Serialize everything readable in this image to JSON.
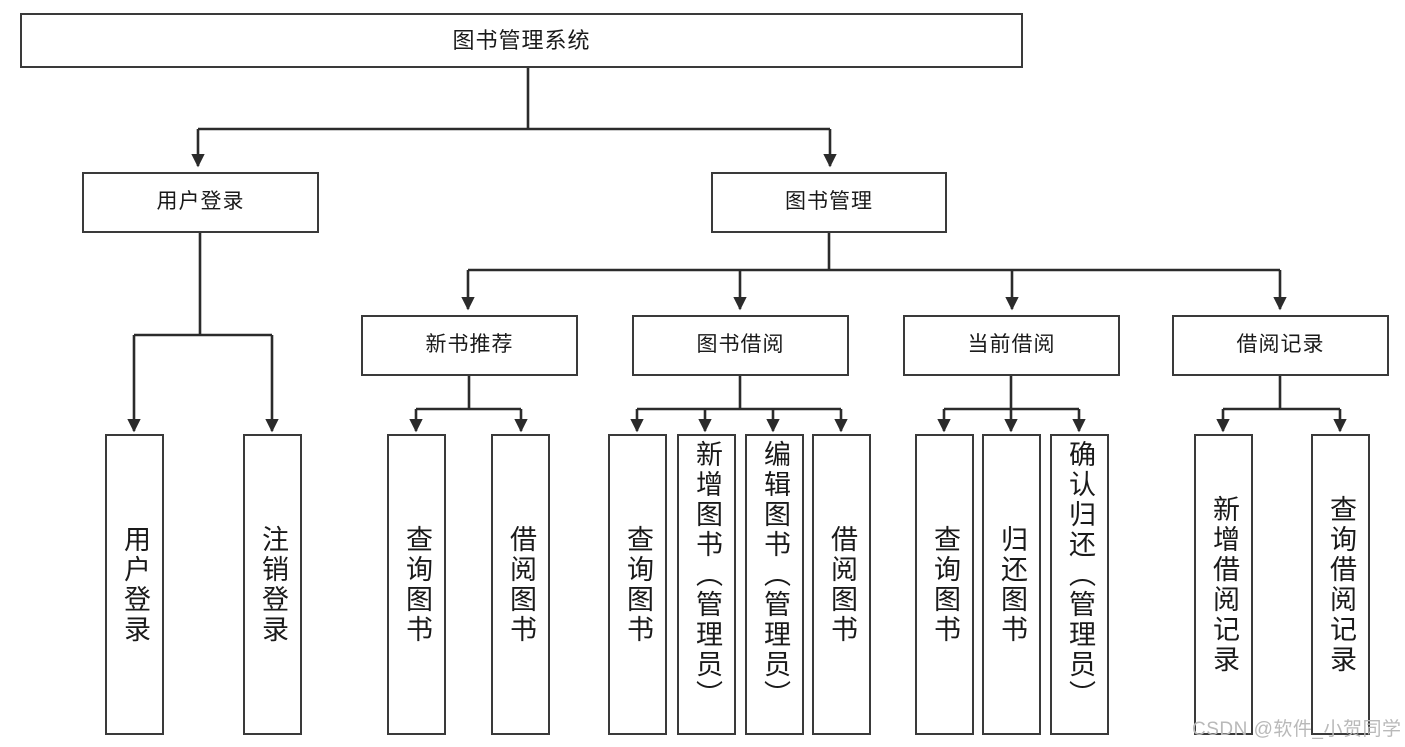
{
  "diagram": {
    "title": "图书管理系统",
    "background": "#ffffff",
    "stroke_color": "#3a3a3a",
    "text_color": "#1a1a1a",
    "watermark": {
      "text": "CSDN @软件_小贺同学",
      "color": "#b9b9b9"
    }
  },
  "nodes": {
    "root": {
      "label": "图书管理系统"
    },
    "level1": [
      {
        "id": "user-login",
        "label": "用户登录"
      },
      {
        "id": "book-manage",
        "label": "图书管理"
      }
    ],
    "level2": [
      {
        "id": "new-book-rec",
        "label": "新书推荐"
      },
      {
        "id": "book-borrow",
        "label": "图书借阅"
      },
      {
        "id": "current-borrow",
        "label": "当前借阅"
      },
      {
        "id": "borrow-record",
        "label": "借阅记录"
      }
    ],
    "leaves": [
      {
        "id": "leaf-user-login",
        "label": "用户登录"
      },
      {
        "id": "leaf-logout-login",
        "label": "注销登录"
      },
      {
        "id": "leaf-query-book-1",
        "label": "查询图书"
      },
      {
        "id": "leaf-borrow-book-1",
        "label": "借阅图书"
      },
      {
        "id": "leaf-query-book-2",
        "label": "查询图书"
      },
      {
        "id": "leaf-add-book",
        "label": "新增图书（管理员）"
      },
      {
        "id": "leaf-edit-book",
        "label": "编辑图书（管理员）"
      },
      {
        "id": "leaf-borrow-book-2",
        "label": "借阅图书"
      },
      {
        "id": "leaf-query-book-3",
        "label": "查询图书"
      },
      {
        "id": "leaf-return-book",
        "label": "归还图书"
      },
      {
        "id": "leaf-confirm-return",
        "label": "确认归还（管理员）"
      },
      {
        "id": "leaf-add-record",
        "label": "新增借阅记录"
      },
      {
        "id": "leaf-query-record",
        "label": "查询借阅记录"
      }
    ]
  }
}
